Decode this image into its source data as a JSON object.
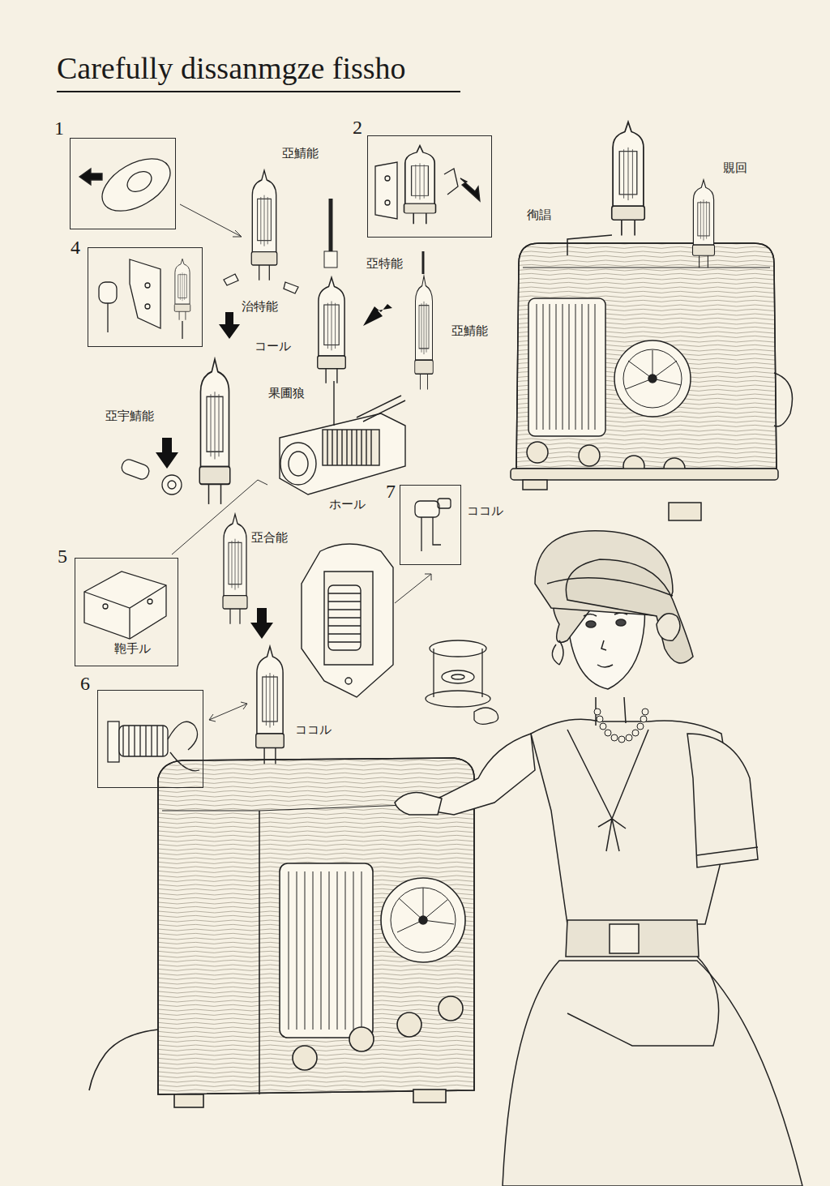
{
  "diagram": {
    "title": "Carefully dissanmgze fissho",
    "nodes": [
      {
        "text": [
          "1"
        ]
      },
      {
        "text": [
          "2"
        ]
      },
      {
        "text": [
          "4"
        ]
      },
      {
        "text": [
          "7"
        ]
      },
      {
        "text": [
          "5",
          "鞄手ル"
        ]
      },
      {
        "text": [
          "6"
        ]
      }
    ],
    "labels": [
      "亞鯖能",
      "覞回",
      "徇誯",
      "亞特能",
      "治特能",
      "亞鯖能",
      "コール",
      "果圃狼",
      "亞宇鯖能",
      "ココル",
      "ホール",
      "亞合能",
      "ココル"
    ]
  }
}
